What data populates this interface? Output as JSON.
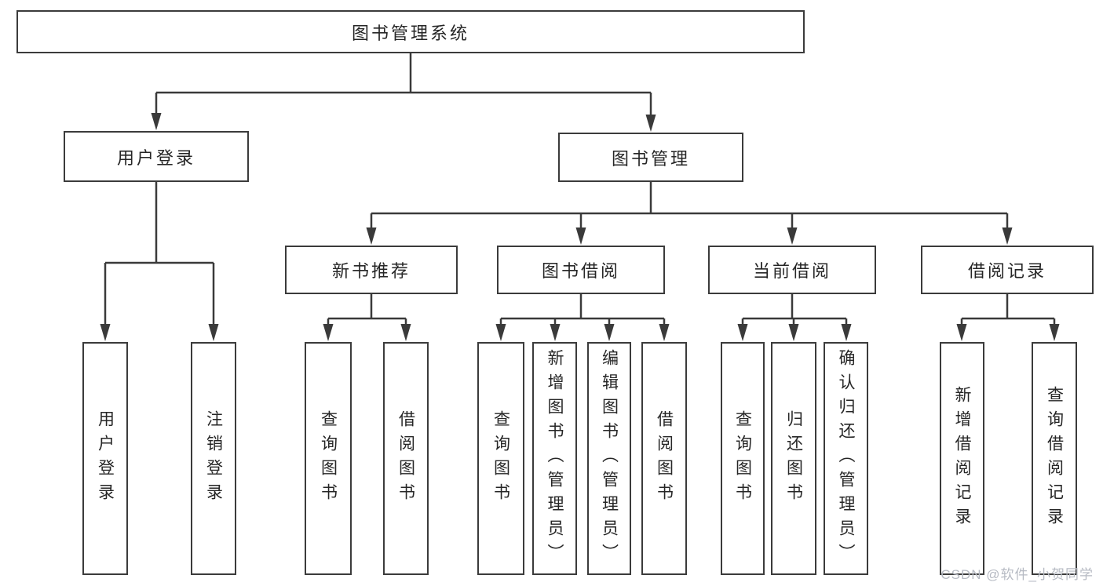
{
  "tree": {
    "label": "图书管理系统",
    "children": [
      {
        "label": "用户登录",
        "children": [
          {
            "label": "用户登录"
          },
          {
            "label": "注销登录"
          }
        ]
      },
      {
        "label": "图书管理",
        "children": [
          {
            "label": "新书推荐",
            "children": [
              {
                "label": "查询图书"
              },
              {
                "label": "借阅图书"
              }
            ]
          },
          {
            "label": "图书借阅",
            "children": [
              {
                "label": "查询图书"
              },
              {
                "label": "新增图书（管理员）"
              },
              {
                "label": "编辑图书（管理员）"
              },
              {
                "label": "借阅图书"
              }
            ]
          },
          {
            "label": "当前借阅",
            "children": [
              {
                "label": "查询图书"
              },
              {
                "label": "归还图书"
              },
              {
                "label": "确认归还（管理员）"
              }
            ]
          },
          {
            "label": "借阅记录",
            "children": [
              {
                "label": "新增借阅记录"
              },
              {
                "label": "查询借阅记录"
              }
            ]
          }
        ]
      }
    ]
  },
  "watermark": {
    "text": "CSDN @软件_小贺同学"
  },
  "colors": {
    "line": "#3a3a3a",
    "border": "#3b3b3b",
    "text": "#262626",
    "watermark": "#b6bac3",
    "background": "#ffffff"
  }
}
